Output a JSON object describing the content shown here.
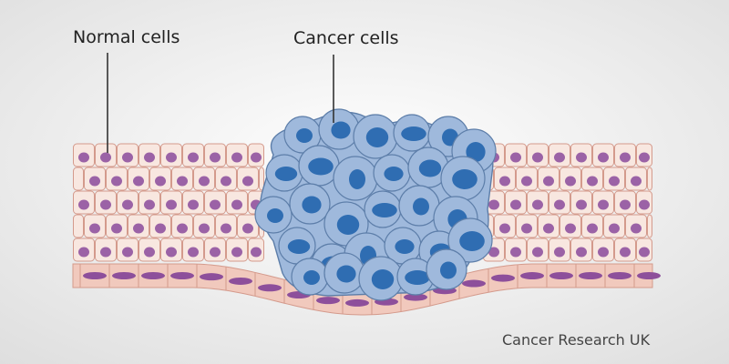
{
  "labels": {
    "normal": "Normal cells",
    "cancer": "Cancer cells"
  },
  "credit": "Cancer Research UK",
  "colors": {
    "background_center": "#ffffff",
    "background_edge": "#dedede",
    "normal_cell_fill": "#f8e7e0",
    "normal_cell_stroke": "#d49a8c",
    "normal_nucleus": "#9b62a6",
    "basal_cell_fill": "#f1c9bd",
    "basal_nucleus": "#8d4f9b",
    "cancer_cell_fill": "#9fb9dc",
    "cancer_cell_stroke": "#5d7ea9",
    "cancer_nucleus": "#2f6db2",
    "pointer_line": "#333333"
  }
}
